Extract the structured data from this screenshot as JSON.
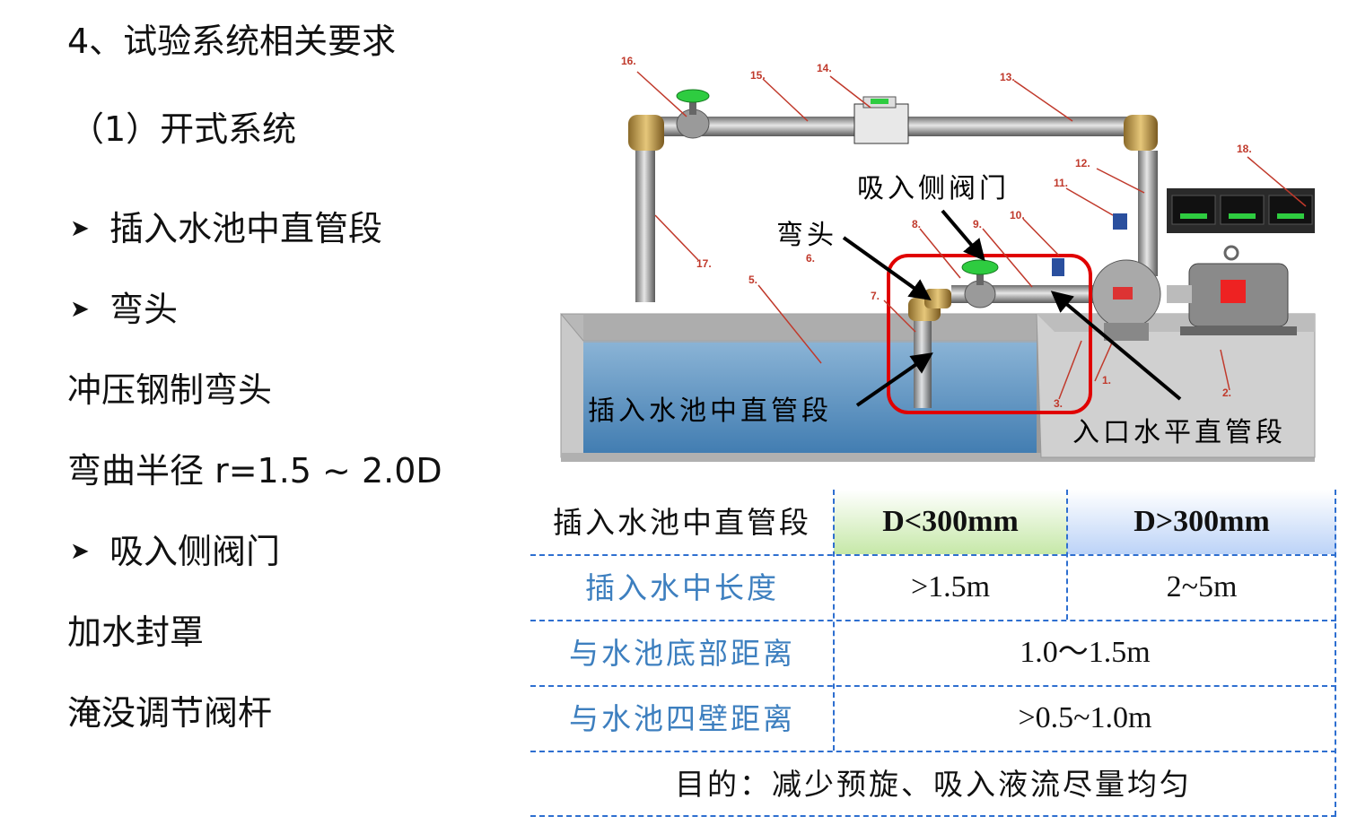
{
  "left": {
    "heading": "4、试验系统相关要求",
    "subheading": "（1）开式系统",
    "bullet1": "插入水池中直管段",
    "bullet2": "弯头",
    "line_bend_type": "冲压钢制弯头",
    "line_bend_radius": "弯曲半径 r=1.5 ~ 2.0D",
    "bullet3": "吸入侧阀门",
    "line_water_seal": "加水封罩",
    "line_valve_stem": "淹没调节阀杆"
  },
  "diagram": {
    "callout_valve": "吸入侧阀门",
    "callout_elbow": "弯头",
    "callout_straight": "插入水池中直管段",
    "callout_horizontal": "入口水平直管段",
    "numbers": [
      "1.",
      "2.",
      "3.",
      "5.",
      "6.",
      "7.",
      "8.",
      "9.",
      "10.",
      "11.",
      "12.",
      "13.",
      "14.",
      "15.",
      "16.",
      "17.",
      "18."
    ]
  },
  "table": {
    "header": [
      "插入水池中直管段",
      "D<300mm",
      "D>300mm"
    ],
    "row1": {
      "label": "插入水中长度",
      "small": ">1.5m",
      "large": "2~5m"
    },
    "row2": {
      "label": "与水池底部距离",
      "value": "1.0～1.5m"
    },
    "row3": {
      "label": "与水池四壁距离",
      "value": ">0.5~1.0m"
    },
    "footer": "目的：减少预旋、吸入液流尽量均匀"
  },
  "colors": {
    "header_green": "#c6e8a8",
    "header_blue": "#bcd3f7",
    "label_blue": "#3d7fbf",
    "border_blue": "#2e6fd0",
    "highlight_red": "#e00000"
  }
}
